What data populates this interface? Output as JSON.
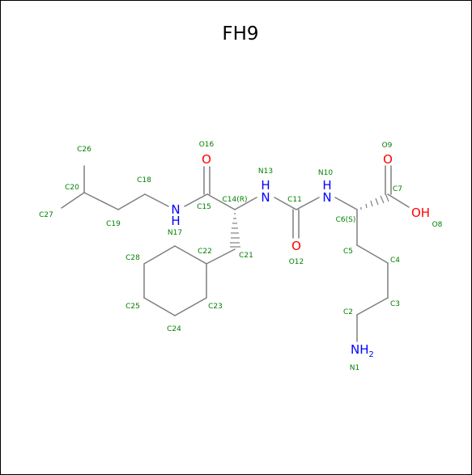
{
  "title": "FH9",
  "colors": {
    "bond": "#7f7f7f",
    "carbon_label": "#008000",
    "oxygen": "#ff0000",
    "nitrogen": "#0000ff"
  },
  "atoms": {
    "n1": "NH",
    "n1_sub": "2",
    "n10": "H\nN",
    "n13": "H\nN",
    "n17": "N\nH",
    "o_acid_double": "O",
    "o_acid_oh": "OH",
    "o12": "O",
    "o16": "O"
  },
  "labels": {
    "N1": "N1",
    "C2": "C2",
    "C3": "C3",
    "C4": "C4",
    "C5": "C5",
    "C6": "C6(S)",
    "C7": "C7",
    "O8": "O8",
    "O9": "O9",
    "N10": "N10",
    "C11": "C11",
    "O12": "O12",
    "N13": "N13",
    "C14": "C14(R)",
    "C15": "C15",
    "O16": "O16",
    "N17": "N17",
    "C18": "C18",
    "C19": "C19",
    "C20": "C20",
    "C21": "C21",
    "C22": "C22",
    "C23": "C23",
    "C24": "C24",
    "C25": "C25",
    "C26": "C26",
    "C27": "C27",
    "C28": "C28"
  }
}
